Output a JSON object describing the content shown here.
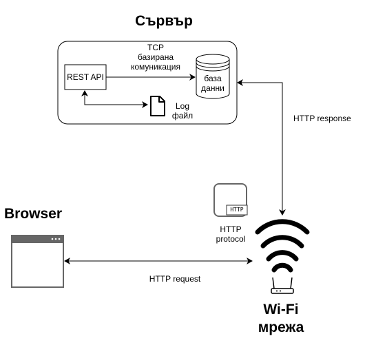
{
  "server": {
    "title": "Сървър",
    "rest_api": "REST API",
    "tcp_label": [
      "TCP",
      "базирана",
      "комуникация"
    ],
    "database": [
      "база",
      "данни"
    ],
    "log_file": [
      "Log",
      "файл"
    ]
  },
  "http_response": "HTTP response",
  "http_protocol": {
    "icon_text": "HTTP",
    "label": [
      "HTTP",
      "protocol"
    ]
  },
  "browser": {
    "title": "Browser"
  },
  "http_request": "HTTP request",
  "wifi": {
    "title": [
      "Wi-Fi",
      "мрежа"
    ]
  }
}
